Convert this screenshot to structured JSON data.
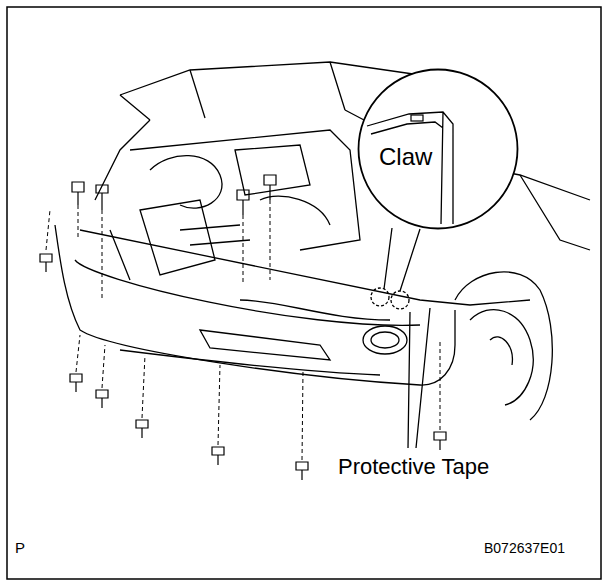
{
  "diagram": {
    "nodes": [
      {
        "text": [
          "Claw"
        ]
      }
    ],
    "labels": [
      "Protective Tape",
      "P",
      "B072637E01"
    ]
  }
}
